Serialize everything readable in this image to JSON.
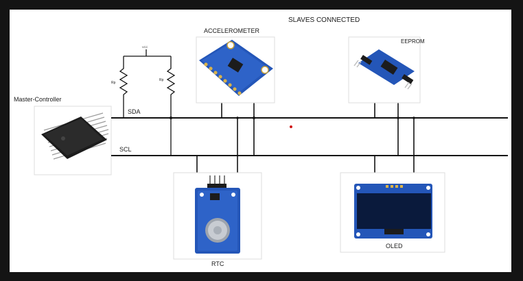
{
  "diagram": {
    "title": "SLAVES CONNECTED",
    "master_label": "Master-Controller",
    "bus": {
      "sda_label": "SDA",
      "scl_label": "SCL"
    },
    "pullup": {
      "vcc_label": "VCC",
      "resistor_label": "Rp"
    },
    "slaves": {
      "accelerometer": "ACCELEROMETER",
      "eeprom": "EEPROM",
      "rtc": "RTC",
      "oled": "OLED"
    }
  },
  "colors": {
    "frame": "#141414",
    "canvas": "#ffffff",
    "wire": "#111111",
    "pcb_blue": "#2456b8",
    "chip_black": "#1c1c1c",
    "oled_screen": "#0a1a3c",
    "marker": "#d01818"
  }
}
